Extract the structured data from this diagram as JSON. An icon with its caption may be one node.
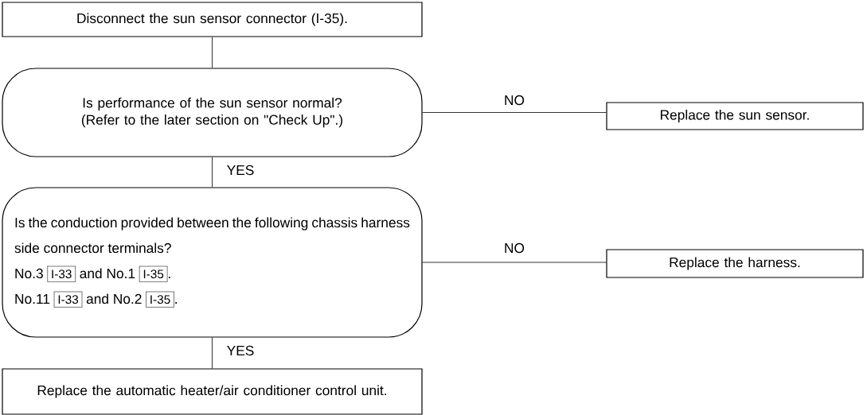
{
  "diagram": {
    "nodes": [
      {
        "text": [
          "Disconnect the sun sensor connector (I-35)."
        ]
      },
      {
        "text": [
          "Is performance of the sun sensor normal? (Refer to the later section on \"Check Up\".)"
        ]
      },
      {
        "text": [
          "Replace the sun sensor."
        ]
      },
      {
        "text": [
          "Is the conduction provided between the following chassis harness side connector terminals?",
          "No.3",
          "I-33",
          "and No.1",
          "I-35",
          ".",
          "No.11",
          "I-33",
          "and No.2",
          "I-35",
          "."
        ]
      },
      {
        "text": [
          "Replace the harness."
        ]
      },
      {
        "text": [
          "Replace the automatic heater/air conditioner control unit."
        ]
      }
    ],
    "edges": [
      {
        "from": 0,
        "to": 1,
        "arrow": "none"
      },
      {
        "from": 1,
        "to": 2,
        "arrow": "none",
        "label": "NO"
      },
      {
        "from": 1,
        "to": 3,
        "arrow": "none",
        "label": "YES"
      },
      {
        "from": 3,
        "to": 4,
        "arrow": "none",
        "label": "NO"
      },
      {
        "from": 3,
        "to": 5,
        "arrow": "none",
        "label": "YES"
      }
    ]
  }
}
